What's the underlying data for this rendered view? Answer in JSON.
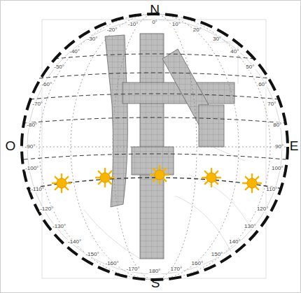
{
  "diagram": {
    "labels": [
      "N",
      "S",
      "O",
      "E",
      "0°",
      "10°",
      "20°",
      "30°",
      "40°",
      "50°",
      "60°",
      "70°",
      "80°",
      "90°",
      "100°",
      "110°",
      "120°",
      "130°",
      "140°",
      "150°",
      "160°",
      "170°",
      "180°",
      "-170°",
      "-160°",
      "-150°",
      "-140°",
      "-130°",
      "-120°",
      "-110°",
      "-100°",
      "-90°",
      "-80°",
      "-70°",
      "-60°",
      "-50°",
      "-40°",
      "-30°",
      "-20°",
      "-10°"
    ]
  }
}
